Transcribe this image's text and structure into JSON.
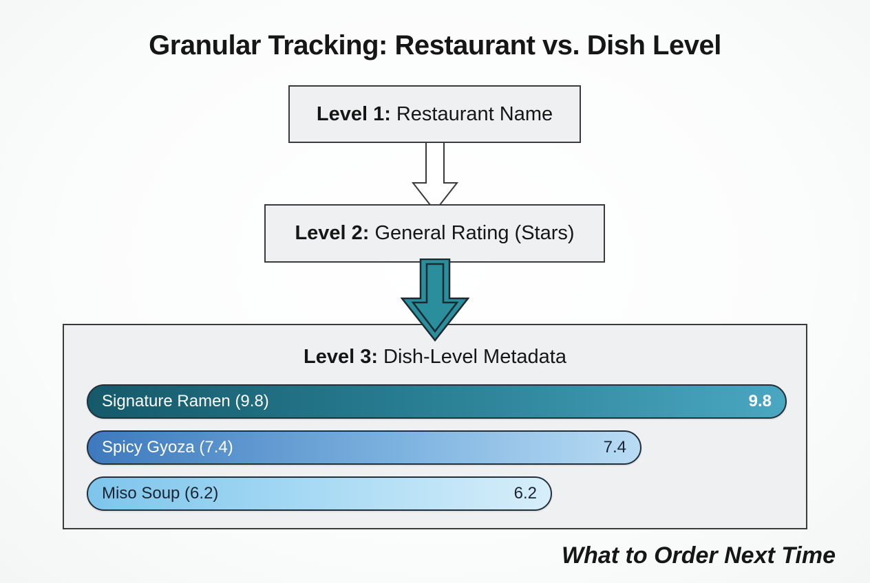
{
  "title": "Granular Tracking: Restaurant vs. Dish Level",
  "levels": [
    {
      "bold": "Level 1:",
      "text": "Restaurant Name"
    },
    {
      "bold": "Level 2:",
      "text": "General Rating (Stars)"
    },
    {
      "bold": "Level 3:",
      "text": "Dish-Level Metadata"
    }
  ],
  "dishes": [
    {
      "label": "Signature Ramen (9.8)",
      "value": "9.8",
      "score": 9.8
    },
    {
      "label": "Spicy Gyoza (7.4)",
      "value": "7.4",
      "score": 7.4
    },
    {
      "label": "Miso Soup (6.2)",
      "value": "6.2",
      "score": 6.2
    }
  ],
  "footer": "What to Order Next Time",
  "colors": {
    "box_fill": "#eef0f1",
    "outline": "#3a3a3a",
    "accent_teal": "#2a8e9d",
    "ramen_bar": "#2a8095",
    "gyoza_bar": "#7bb1df",
    "miso_bar": "#a8daf4"
  }
}
